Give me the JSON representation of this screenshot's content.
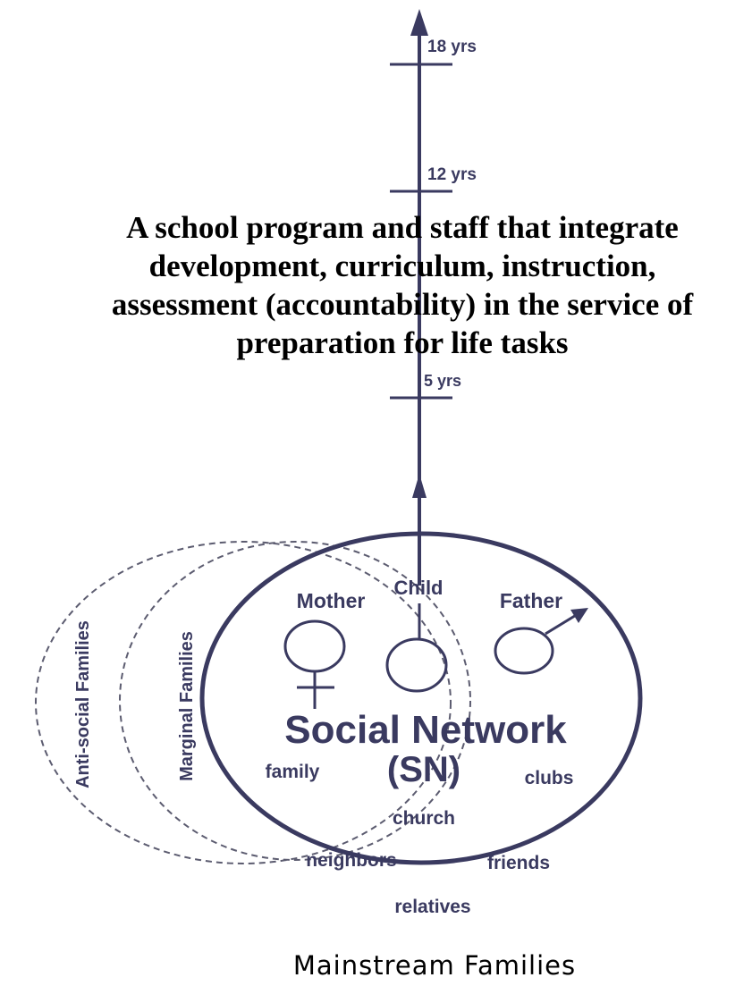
{
  "timeline": {
    "ticks": [
      "18 yrs",
      "12 yrs",
      "5 yrs"
    ]
  },
  "heading": {
    "lines": [
      "A school program and staff that integrate",
      "development, curriculum, instruction,",
      "assessment (accountability) in the service of",
      "preparation for life tasks"
    ]
  },
  "family_circles": {
    "antisocial": "Anti-social Families",
    "marginal": "Marginal Families",
    "mainstream": "Mainstream Families"
  },
  "network": {
    "mother": "Mother",
    "child": "Child",
    "father": "Father",
    "title": "Social Network",
    "abbr": "(SN)",
    "members": [
      "family",
      "church",
      "clubs",
      "neighbors",
      "friends",
      "relatives"
    ]
  },
  "colors": {
    "ink": "#3a3a60",
    "dashed": "#5c5c70",
    "heading": "#000000"
  }
}
